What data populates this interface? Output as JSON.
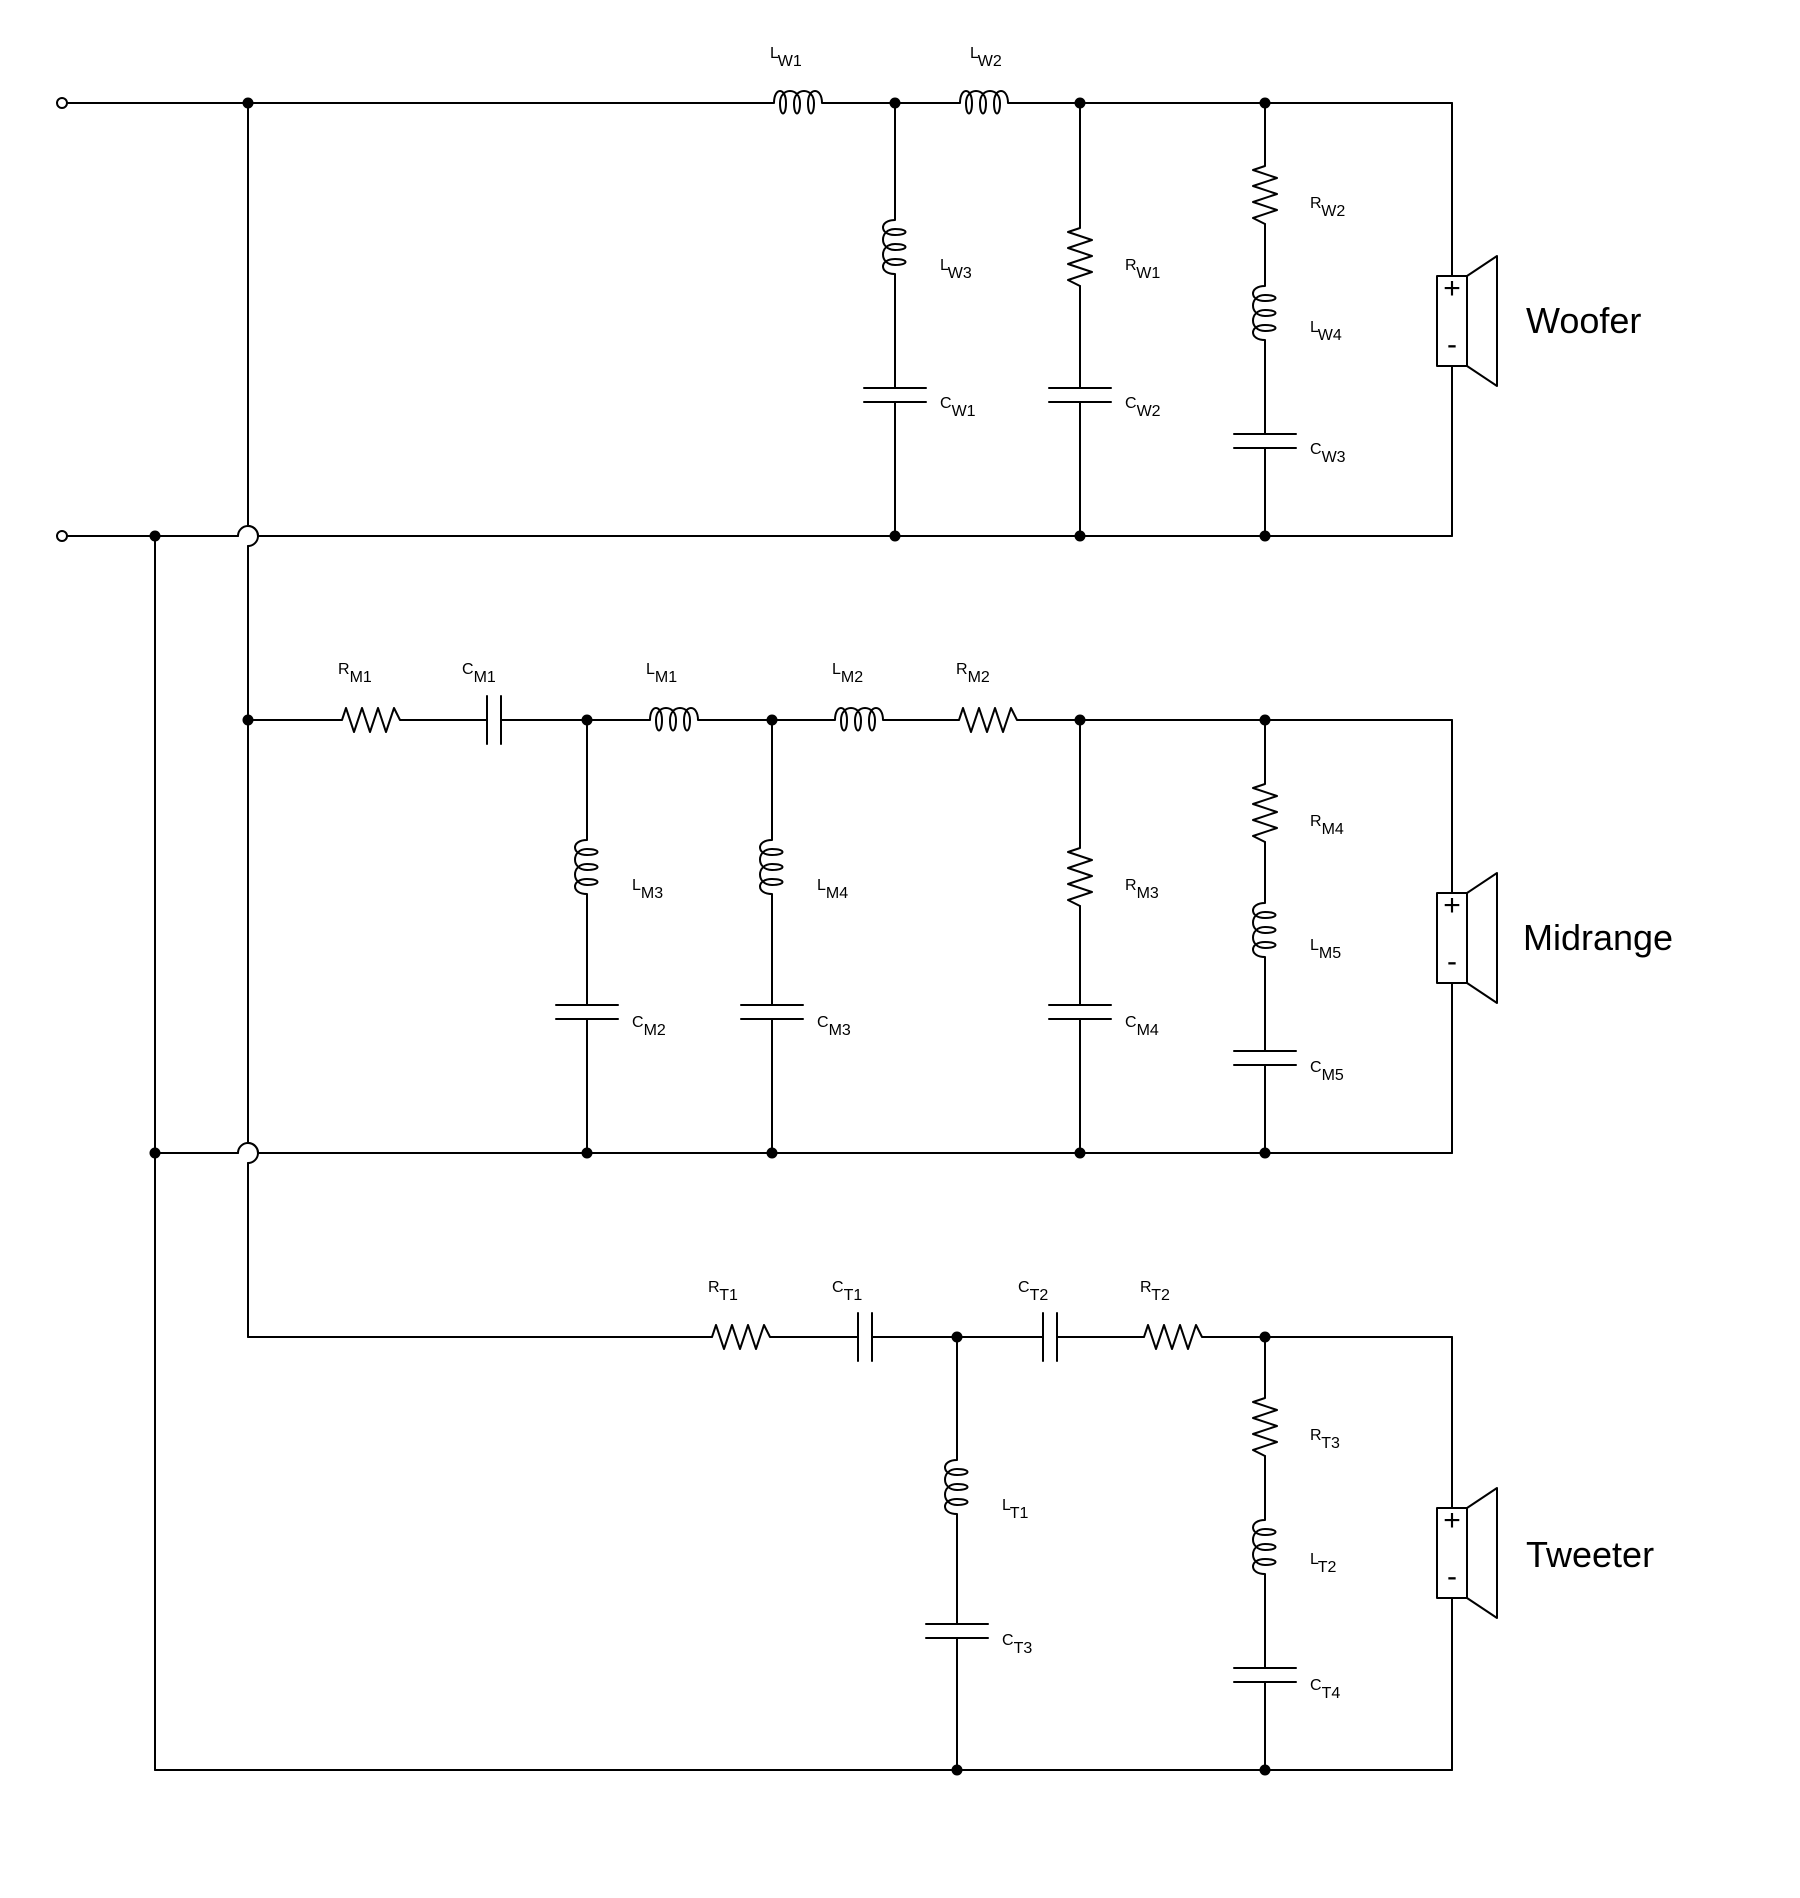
{
  "drivers": {
    "woofer": "Woofer",
    "midrange": "Midrange",
    "tweeter": "Tweeter"
  },
  "polarity": {
    "plus": "+",
    "minus": "-"
  },
  "components": {
    "LW1": {
      "main": "L",
      "sub": "W1"
    },
    "LW2": {
      "main": "L",
      "sub": "W2"
    },
    "LW3": {
      "main": "L",
      "sub": "W3"
    },
    "LW4": {
      "main": "L",
      "sub": "W4"
    },
    "RW1": {
      "main": "R",
      "sub": "W1"
    },
    "RW2": {
      "main": "R",
      "sub": "W2"
    },
    "CW1": {
      "main": "C",
      "sub": "W1"
    },
    "CW2": {
      "main": "C",
      "sub": "W2"
    },
    "CW3": {
      "main": "C",
      "sub": "W3"
    },
    "RM1": {
      "main": "R",
      "sub": "M1"
    },
    "CM1": {
      "main": "C",
      "sub": "M1"
    },
    "LM1": {
      "main": "L",
      "sub": "M1"
    },
    "LM2": {
      "main": "L",
      "sub": "M2"
    },
    "RM2": {
      "main": "R",
      "sub": "M2"
    },
    "LM3": {
      "main": "L",
      "sub": "M3"
    },
    "LM4": {
      "main": "L",
      "sub": "M4"
    },
    "RM3": {
      "main": "R",
      "sub": "M3"
    },
    "RM4": {
      "main": "R",
      "sub": "M4"
    },
    "LM5": {
      "main": "L",
      "sub": "M5"
    },
    "CM2": {
      "main": "C",
      "sub": "M2"
    },
    "CM3": {
      "main": "C",
      "sub": "M3"
    },
    "CM4": {
      "main": "C",
      "sub": "M4"
    },
    "CM5": {
      "main": "C",
      "sub": "M5"
    },
    "RT1": {
      "main": "R",
      "sub": "T1"
    },
    "CT1": {
      "main": "C",
      "sub": "T1"
    },
    "CT2": {
      "main": "C",
      "sub": "T2"
    },
    "RT2": {
      "main": "R",
      "sub": "T2"
    },
    "LT1": {
      "main": "L",
      "sub": "T1"
    },
    "CT3": {
      "main": "C",
      "sub": "T3"
    },
    "RT3": {
      "main": "R",
      "sub": "T3"
    },
    "LT2": {
      "main": "L",
      "sub": "T2"
    },
    "CT4": {
      "main": "C",
      "sub": "T4"
    }
  }
}
